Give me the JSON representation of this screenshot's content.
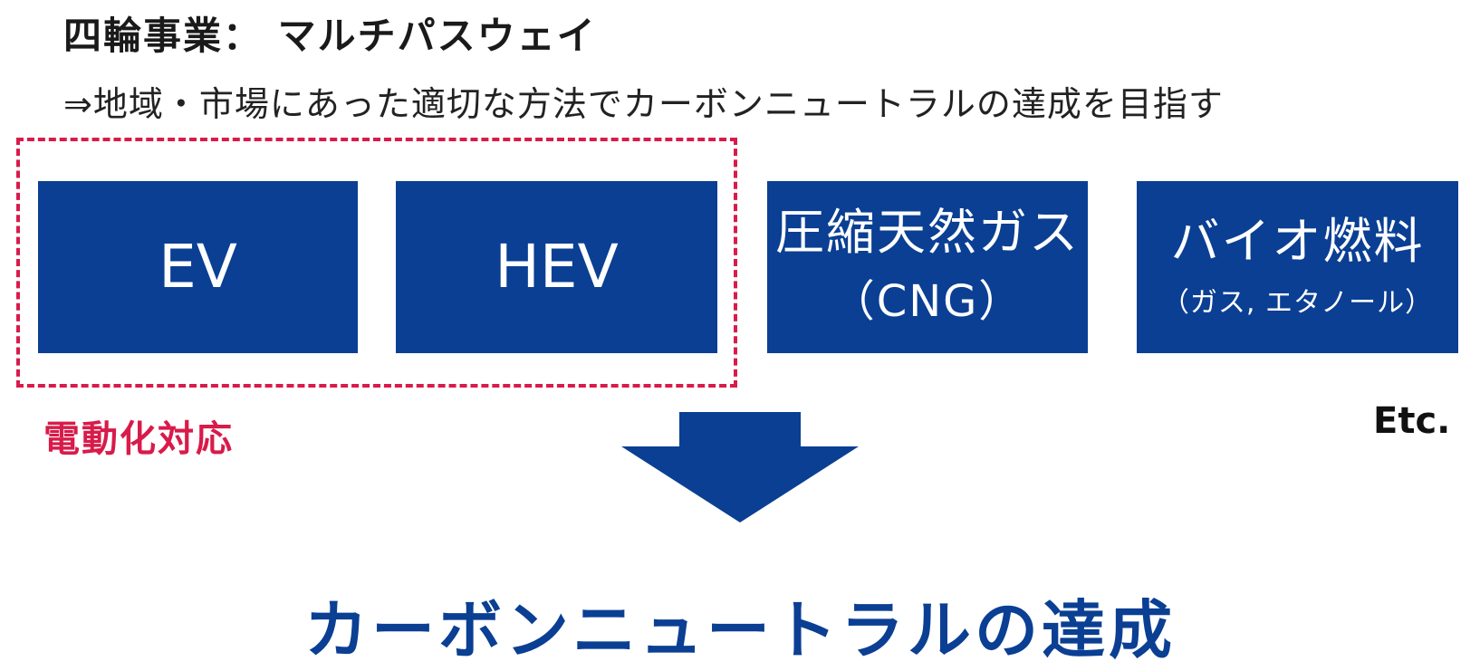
{
  "header": {
    "title": "四輪事業： マルチパスウェイ",
    "subtitle": "⇒地域・市場にあった適切な方法でカーボンニュートラルの達成を目指す"
  },
  "pathways": [
    {
      "main": "EV",
      "sub": ""
    },
    {
      "main": "HEV",
      "sub": ""
    },
    {
      "main": "圧縮天然ガス",
      "sub": "（CNG）"
    },
    {
      "main": "バイオ燃料",
      "sub": "（ガス, エタノール）"
    }
  ],
  "electrification_label": "電動化対応",
  "etc_label": "Etc.",
  "result": "カーボンニュートラルの達成",
  "colors": {
    "box_fill": "#0a3f93",
    "dashed_border": "#d81b4a",
    "arrow": "#0a3f93",
    "result_text": "#0a3f93"
  },
  "icons": {
    "arrow": "down-arrow-icon"
  }
}
